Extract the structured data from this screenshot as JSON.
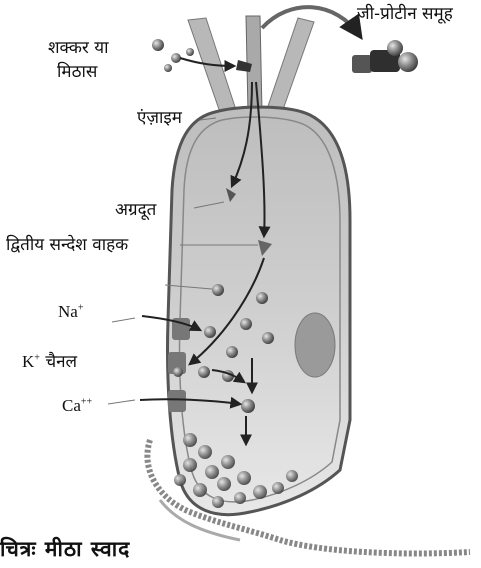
{
  "labels": {
    "sugar_line1": "शक्कर या",
    "sugar_line2": "मिठास",
    "g_protein": "जी-प्रोटीन समूह",
    "enzyme": "एंज़ाइम",
    "messenger": "अग्रदूत",
    "second_messenger": "द्वितीय सन्देश वाहक",
    "sodium": "Na",
    "sodium_charge": "+",
    "potassium": "K",
    "potassium_charge": "+",
    "potassium_suffix": "चैनल",
    "calcium": "Ca",
    "calcium_charge": "++"
  },
  "caption": "चित्रः मीठा स्वाद",
  "colors": {
    "cell_outline": "#5a5a5a",
    "cell_fill": "#d9d9d9",
    "ion_fill": "#8c8c8c",
    "nucleus": "#9e9e9e"
  }
}
